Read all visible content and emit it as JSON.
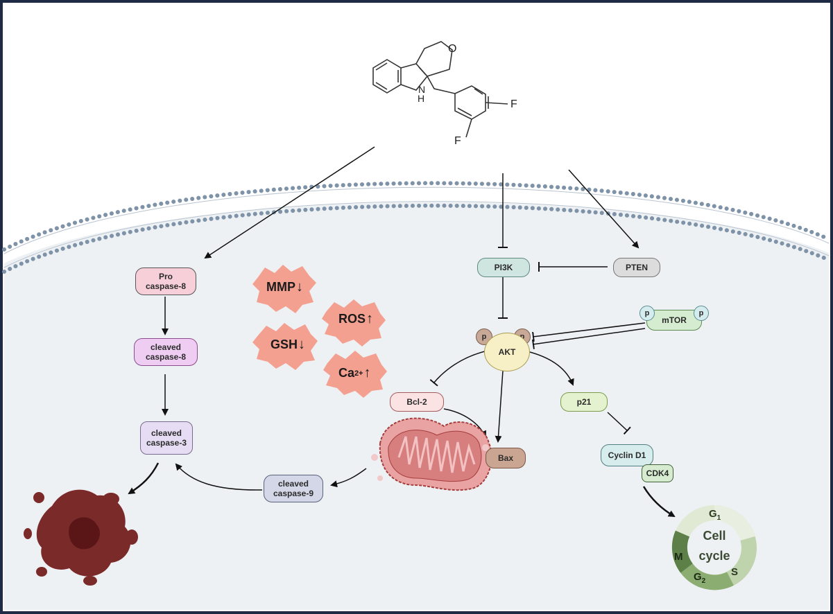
{
  "compound": {
    "atom_o": "O",
    "atom_nh": "H",
    "atom_n": "N",
    "atom_f1": "F",
    "atom_f2": "F"
  },
  "nodes": {
    "pro_caspase8": "Pro\ncaspase-8",
    "cleaved_caspase8": "cleaved\ncaspase-8",
    "cleaved_caspase3": "cleaved\ncaspase-3",
    "cleaved_caspase9": "cleaved\ncaspase-9",
    "pi3k": "PI3K",
    "pten": "PTEN",
    "akt": "AKT",
    "mtor": "mTOR",
    "p_label": "p",
    "bcl2": "Bcl-2",
    "bax": "Bax",
    "p21": "p21",
    "cyclin_d1": "Cyclin D1",
    "cdk4": "CDK4"
  },
  "markers": {
    "mmp": {
      "label": "MMP",
      "dir": "↓"
    },
    "ros": {
      "label": "ROS",
      "dir": "↑"
    },
    "gsh": {
      "label": "GSH",
      "dir": "↓"
    },
    "ca": {
      "label": "Ca",
      "sup": "2+",
      "dir": "↑"
    }
  },
  "cell_cycle": {
    "title_1": "Cell",
    "title_2": "cycle",
    "g1": "G",
    "g1_sub": "1",
    "s": "S",
    "g2": "G",
    "g2_sub": "2",
    "m": "M"
  },
  "colors": {
    "border": "#1f2a44",
    "membrane": "#7f93a8",
    "cytoplasm": "#eef1f4",
    "marker_blob": "#f3a091",
    "mitochondria": "#c96a6a",
    "apoptotic_cell": "#7b2a2a"
  }
}
